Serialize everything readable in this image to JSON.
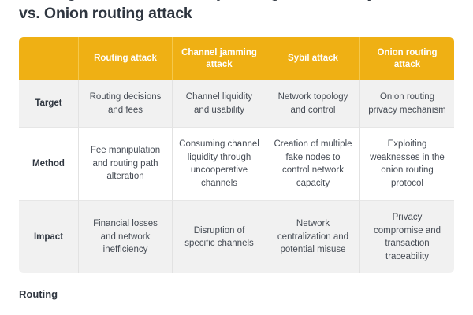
{
  "article": {
    "title": "Routing attack vs. Channel jamming attack vs. Sybil attack vs. Onion routing attack"
  },
  "table": {
    "name": "attack-comparison-table",
    "accent_color": "#efb014",
    "header_text_color": "#ffffff",
    "row_shaded_color": "#f1f1f1",
    "row_plain_color": "#ffffff",
    "body_text_color": "#454b54",
    "corner_label": "",
    "columns": [
      "Routing attack",
      "Channel jamming attack",
      "Sybil attack",
      "Onion routing attack"
    ],
    "rows": [
      {
        "label": "Target",
        "cells": [
          "Routing decisions and fees",
          "Channel liquidity and usability",
          "Network topology and control",
          "Onion routing privacy mechanism"
        ]
      },
      {
        "label": "Method",
        "cells": [
          "Fee manipulation and routing path alteration",
          "Consuming channel liquidity through uncooperative channels",
          "Creation of multiple fake nodes to control network capacity",
          "Exploiting weaknesses in the onion routing protocol"
        ]
      },
      {
        "label": "Impact",
        "cells": [
          "Financial losses and network inefficiency",
          "Disruption of specific channels",
          "Network centralization and potential misuse",
          "Privacy compromise and transaction traceability"
        ]
      }
    ]
  },
  "below_fold": {
    "text": "Routing"
  }
}
